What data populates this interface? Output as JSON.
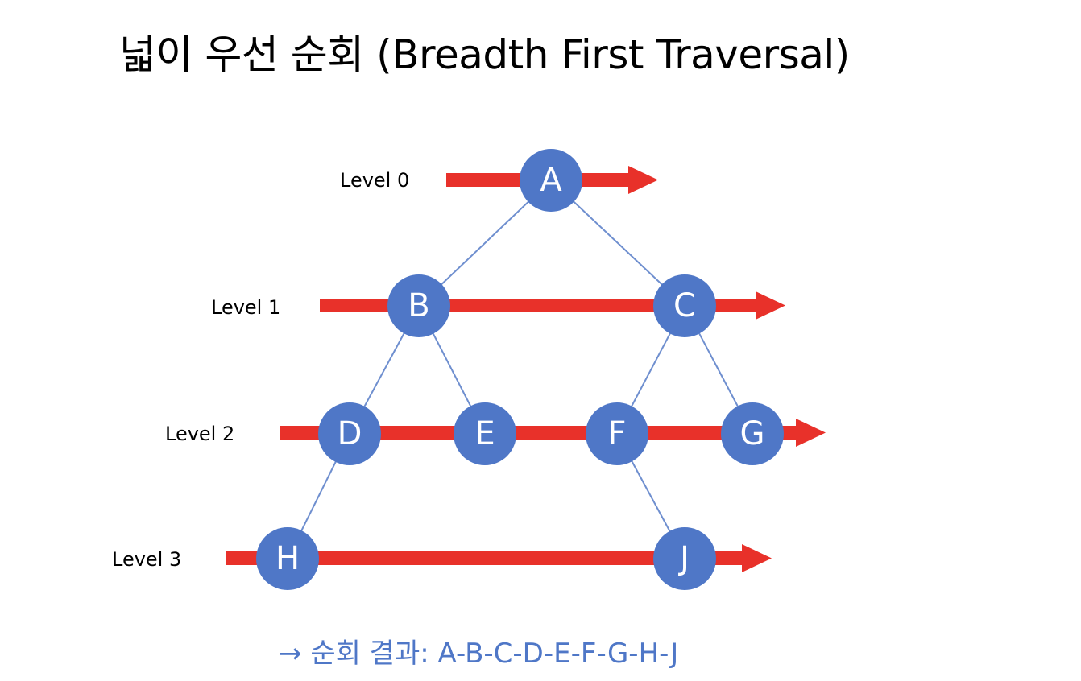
{
  "title": "넓이 우선 순회 (Breadth First Traversal)",
  "levels": [
    "Level 0",
    "Level 1",
    "Level 2",
    "Level 3"
  ],
  "nodes": [
    "A",
    "B",
    "C",
    "D",
    "E",
    "F",
    "G",
    "H",
    "J"
  ],
  "edges": [
    [
      "A",
      "B"
    ],
    [
      "A",
      "C"
    ],
    [
      "B",
      "D"
    ],
    [
      "B",
      "E"
    ],
    [
      "C",
      "F"
    ],
    [
      "C",
      "G"
    ],
    [
      "D",
      "H"
    ],
    [
      "F",
      "J"
    ]
  ],
  "traversal_order": [
    "A",
    "B",
    "C",
    "D",
    "E",
    "F",
    "G",
    "H",
    "J"
  ],
  "result": {
    "arrow": "→",
    "label": "순회 결과:",
    "value": "A-B-C-D-E-F-G-H-J"
  },
  "colors": {
    "node_fill": "#4f77c7",
    "arrow": "#e8312a",
    "edge": "#6f8fcf",
    "result_text": "#4f77c7"
  }
}
